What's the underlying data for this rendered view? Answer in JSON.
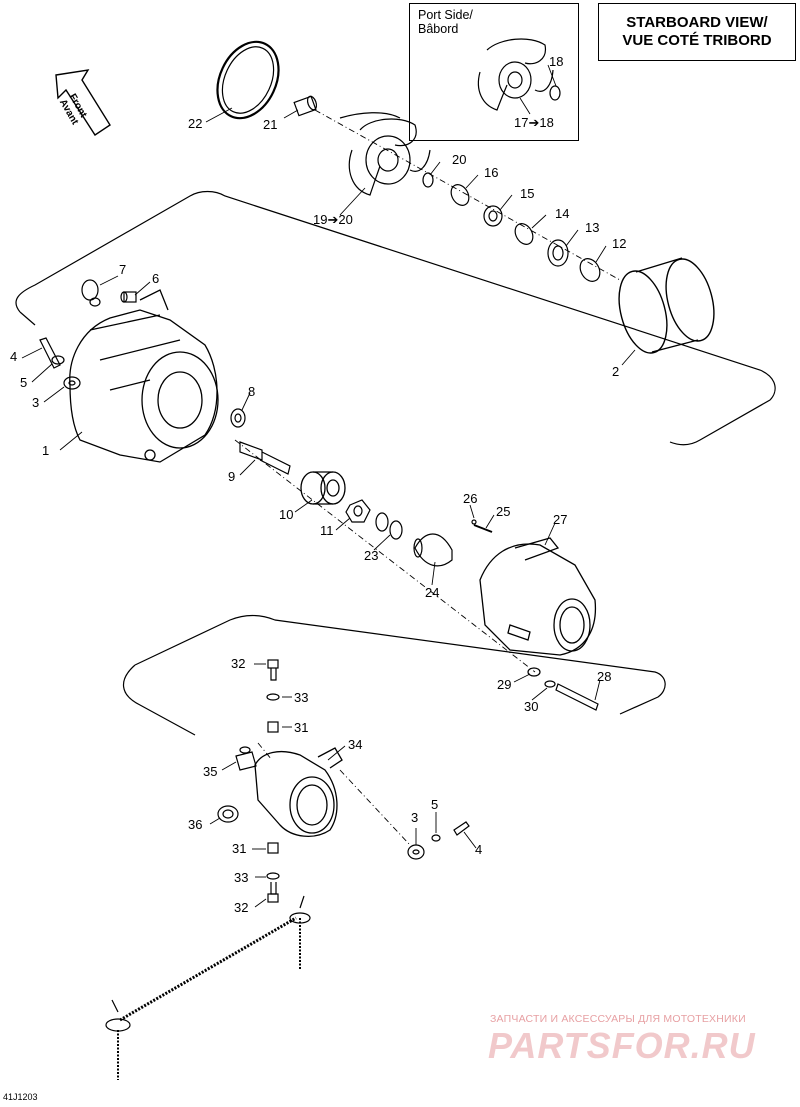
{
  "title": {
    "line1": "STARBOARD VIEW/",
    "line2": "VUE COTÉ TRIBORD"
  },
  "inset": {
    "label_line1": "Port Side/",
    "label_line2": "Bâbord"
  },
  "front_arrow": {
    "line1": "Front",
    "line2": "Avant"
  },
  "callouts": [
    "1",
    "2",
    "3",
    "4",
    "5",
    "6",
    "7",
    "8",
    "9",
    "10",
    "11",
    "12",
    "13",
    "14",
    "15",
    "16",
    "17➔18",
    "18",
    "19➔20",
    "20",
    "21",
    "22",
    "23",
    "24",
    "25",
    "26",
    "27",
    "28",
    "29",
    "30",
    "31",
    "32",
    "33",
    "34",
    "35",
    "36",
    "31",
    "33",
    "32",
    "3",
    "5",
    "4"
  ],
  "reference_code": "41J1203",
  "watermark": {
    "line1": "ЗАПЧАСТИ И АКСЕССУАРЫ ДЛЯ МОТОТЕХНИКИ",
    "line2": "PARTSFOR.RU"
  },
  "colors": {
    "line": "#000000",
    "watermark": "#f1c9cb"
  }
}
